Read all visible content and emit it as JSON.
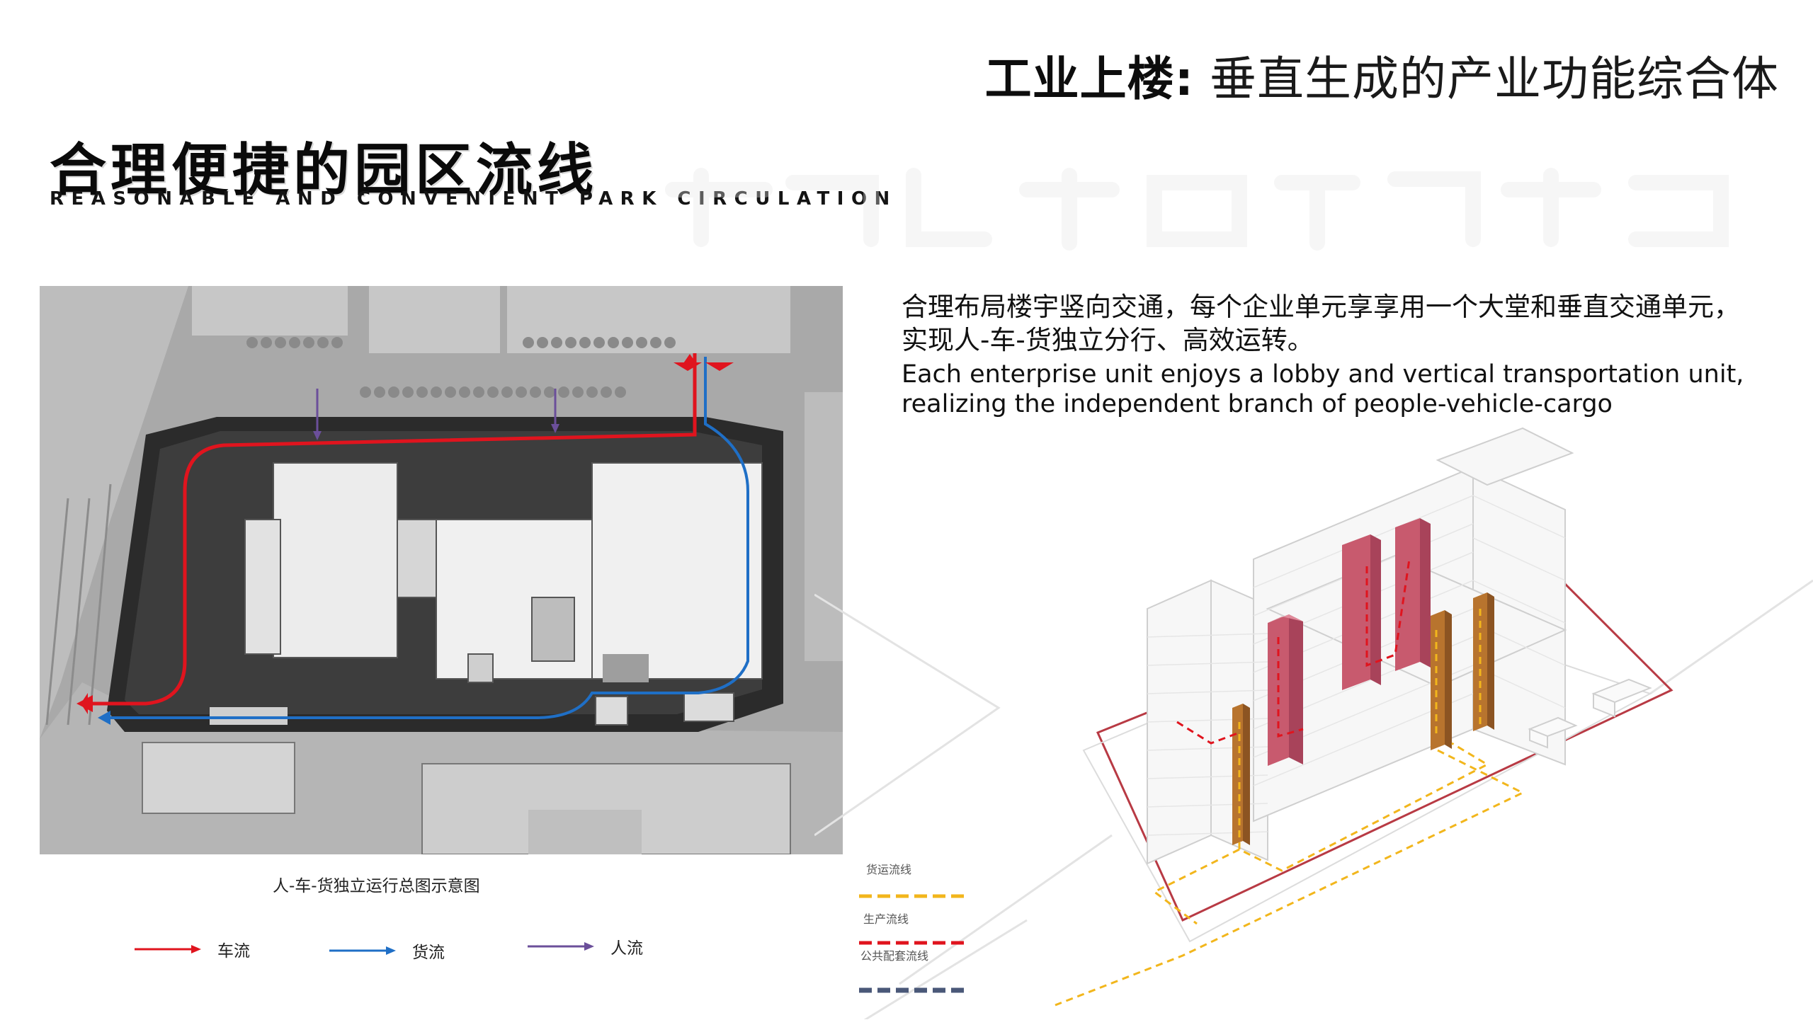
{
  "header": {
    "title_bold": "工业上楼:",
    "title_rest": " 垂直生成的产业功能综合体"
  },
  "section": {
    "title": "合理便捷的园区流线",
    "subtitle_en": "REASONABLE AND CONVENIENT PARK CIRCULATION"
  },
  "description": {
    "zh": "合理布局楼宇竖向交通，每个企业单元享享用一个大堂和垂直交通单元，实现人-车-货独立分行、高效运转。",
    "en": "Each enterprise unit enjoys a lobby and vertical transportation unit, realizing the independent branch of people-vehicle-cargo"
  },
  "site_plan": {
    "caption": "人-车-货独立运行总图示意图",
    "legend": [
      {
        "label": "车流",
        "color": "#e0141e"
      },
      {
        "label": "货流",
        "color": "#1f6fc6"
      },
      {
        "label": "人流",
        "color": "#6b4f9a"
      }
    ]
  },
  "flow_legend": [
    {
      "label": "货运流线",
      "color": "#f2b61c"
    },
    {
      "label": "生产流线",
      "color": "#e0141e"
    },
    {
      "label": "公共配套流线",
      "color": "#4a5878"
    }
  ],
  "colors": {
    "vehicle": "#e0141e",
    "cargo": "#1f6fc6",
    "people": "#6b4f9a",
    "core_red": "#c85a6e",
    "core_orange": "#b8742e"
  }
}
